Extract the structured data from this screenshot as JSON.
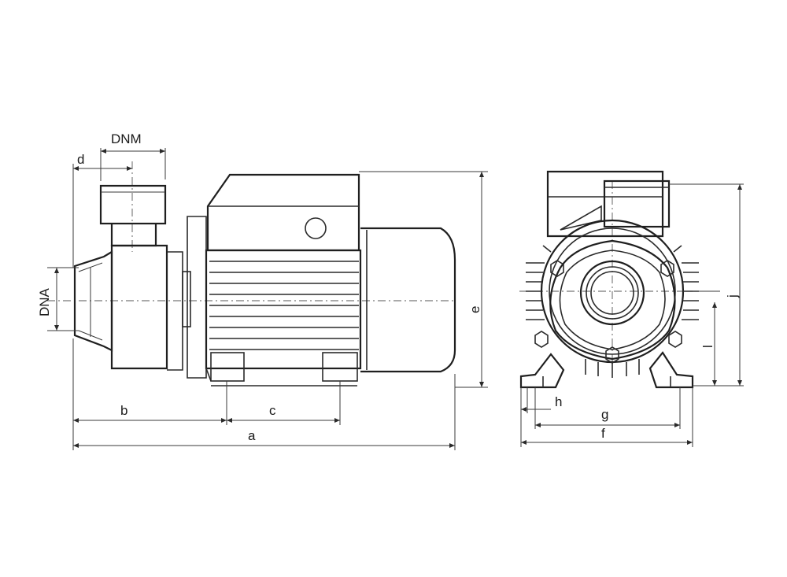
{
  "labels": {
    "dnm": "DNM",
    "d": "d",
    "dna": "DNA",
    "b": "b",
    "c": "c",
    "a": "a",
    "e": "e",
    "h": "h",
    "g": "g",
    "f": "f",
    "l": "l",
    "j": "j"
  }
}
